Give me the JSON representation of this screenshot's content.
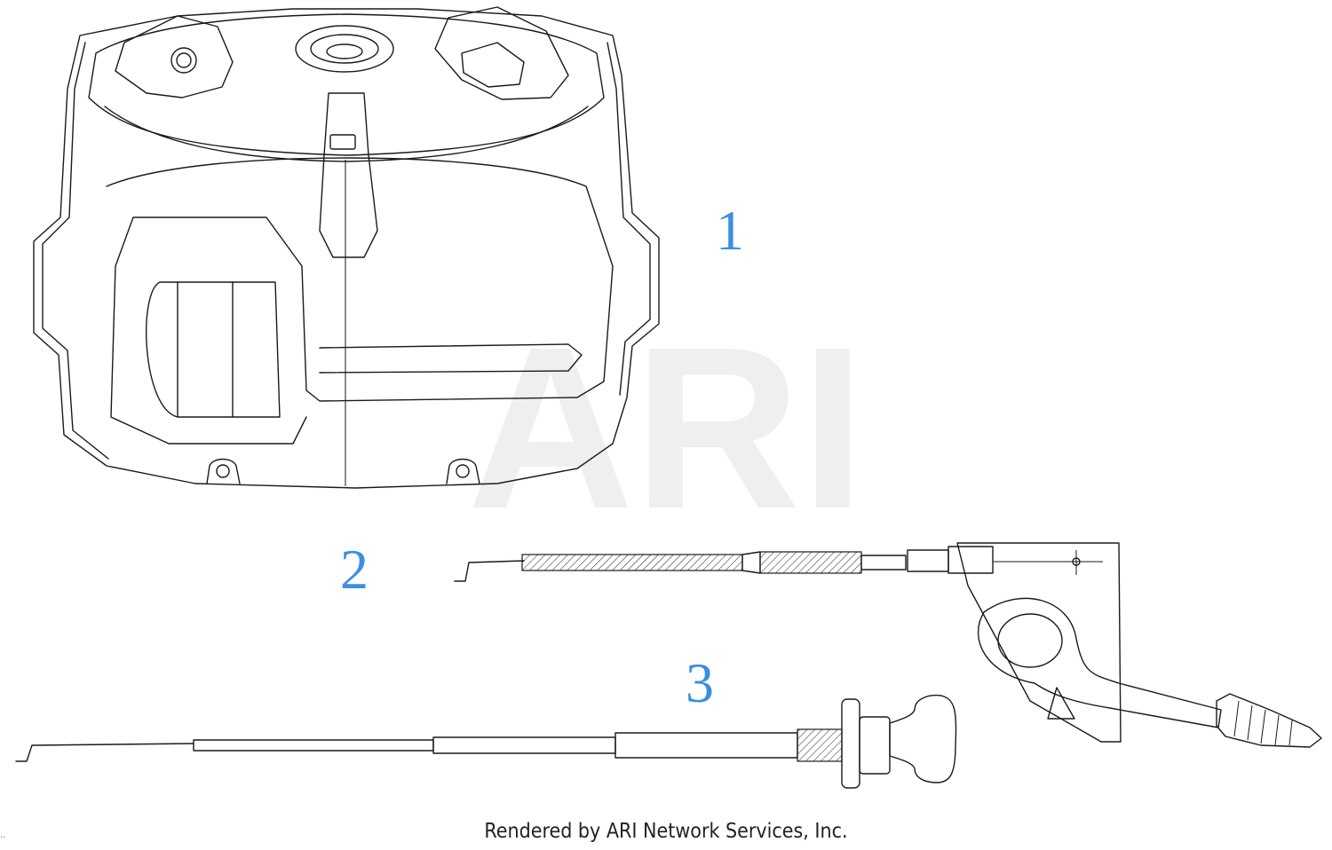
{
  "callouts": {
    "part1": "1",
    "part2": "2",
    "part3": "3"
  },
  "watermark": "ARI",
  "footer": "Rendered by ARI Network Services, Inc.",
  "colors": {
    "callout": "#3b8fe0",
    "line": "#1a1a1a",
    "watermark": "#eef0ee"
  }
}
